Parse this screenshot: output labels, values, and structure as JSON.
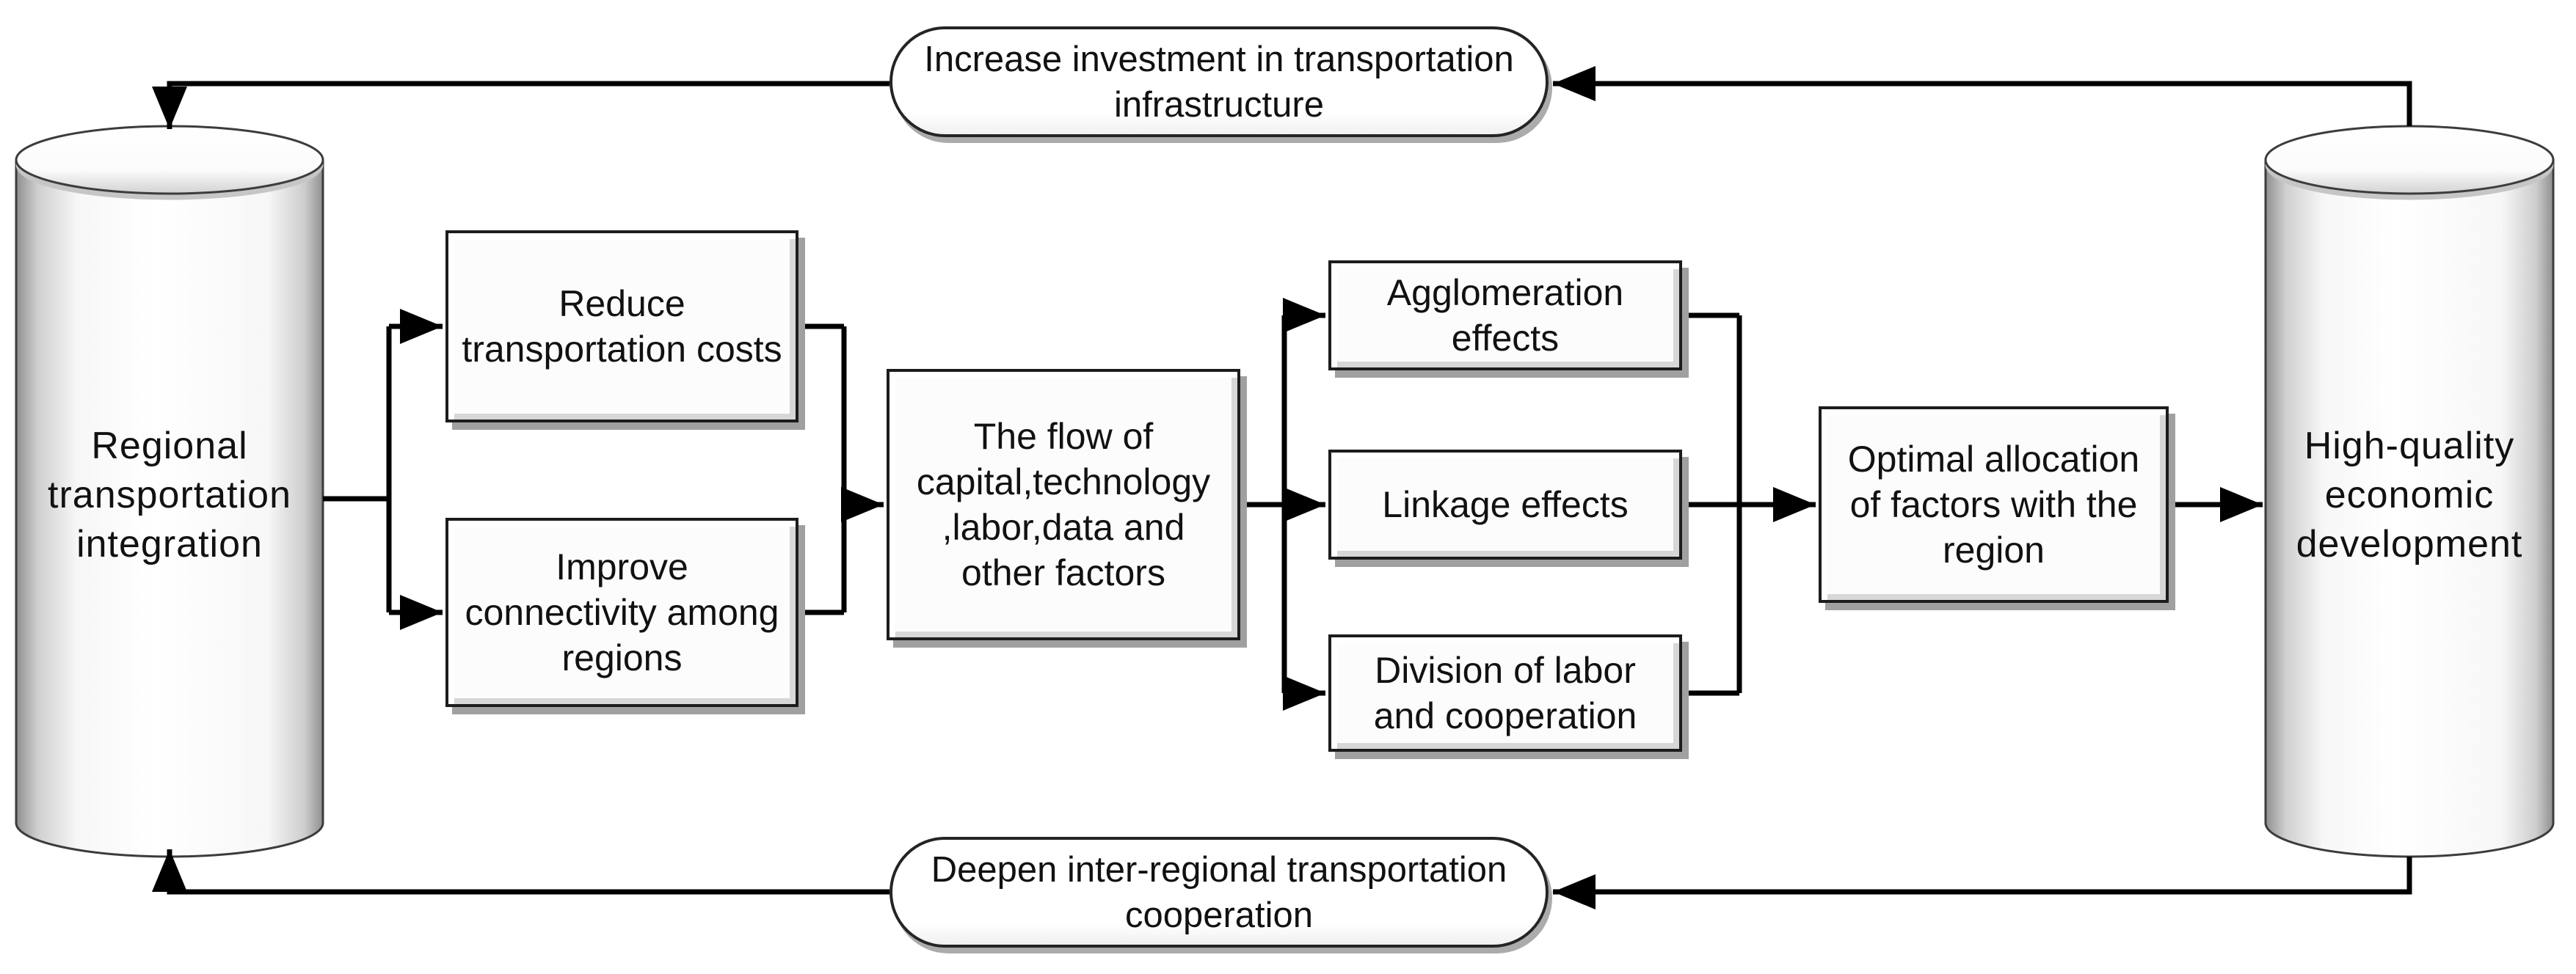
{
  "style": {
    "background": "#ffffff",
    "line_color": "#000000",
    "node_fill": "#fcfcfc",
    "node_border": "#1c1c1c",
    "bevel_shadow": "#a0a0a0",
    "text_color": "#111111"
  },
  "nodes": {
    "regional_integration": {
      "label": "Regional transportation integration",
      "shape": "cylinder"
    },
    "reduce_costs": {
      "label": "Reduce transportation costs",
      "shape": "process"
    },
    "improve_connectivity": {
      "label": "Improve connectivity among regions",
      "shape": "process"
    },
    "factor_flow": {
      "label": "The flow of capital,technology ,labor,data and other factors",
      "shape": "process"
    },
    "agglomeration": {
      "label": "Agglomeration effects",
      "shape": "process"
    },
    "linkage": {
      "label": "Linkage effects",
      "shape": "process"
    },
    "division_labor": {
      "label": "Division of labor and cooperation",
      "shape": "process"
    },
    "optimal_allocation": {
      "label": "Optimal allocation of factors with the region",
      "shape": "process"
    },
    "high_quality_dev": {
      "label": "High-quality economic development",
      "shape": "cylinder"
    },
    "increase_investment": {
      "label": "Increase investment in transportation infrastructure",
      "shape": "stadium"
    },
    "deepen_cooperation": {
      "label": "Deepen inter-regional transportation cooperation",
      "shape": "stadium"
    }
  },
  "edges": [
    {
      "from": "regional_integration",
      "to": "reduce_costs"
    },
    {
      "from": "regional_integration",
      "to": "improve_connectivity"
    },
    {
      "from": "reduce_costs",
      "to": "factor_flow"
    },
    {
      "from": "improve_connectivity",
      "to": "factor_flow"
    },
    {
      "from": "factor_flow",
      "to": "agglomeration"
    },
    {
      "from": "factor_flow",
      "to": "linkage"
    },
    {
      "from": "factor_flow",
      "to": "division_labor"
    },
    {
      "from": "agglomeration",
      "to": "optimal_allocation"
    },
    {
      "from": "linkage",
      "to": "optimal_allocation"
    },
    {
      "from": "division_labor",
      "to": "optimal_allocation"
    },
    {
      "from": "optimal_allocation",
      "to": "high_quality_dev"
    },
    {
      "from": "high_quality_dev",
      "to": "increase_investment"
    },
    {
      "from": "increase_investment",
      "to": "regional_integration"
    },
    {
      "from": "high_quality_dev",
      "to": "deepen_cooperation"
    },
    {
      "from": "deepen_cooperation",
      "to": "regional_integration"
    }
  ]
}
